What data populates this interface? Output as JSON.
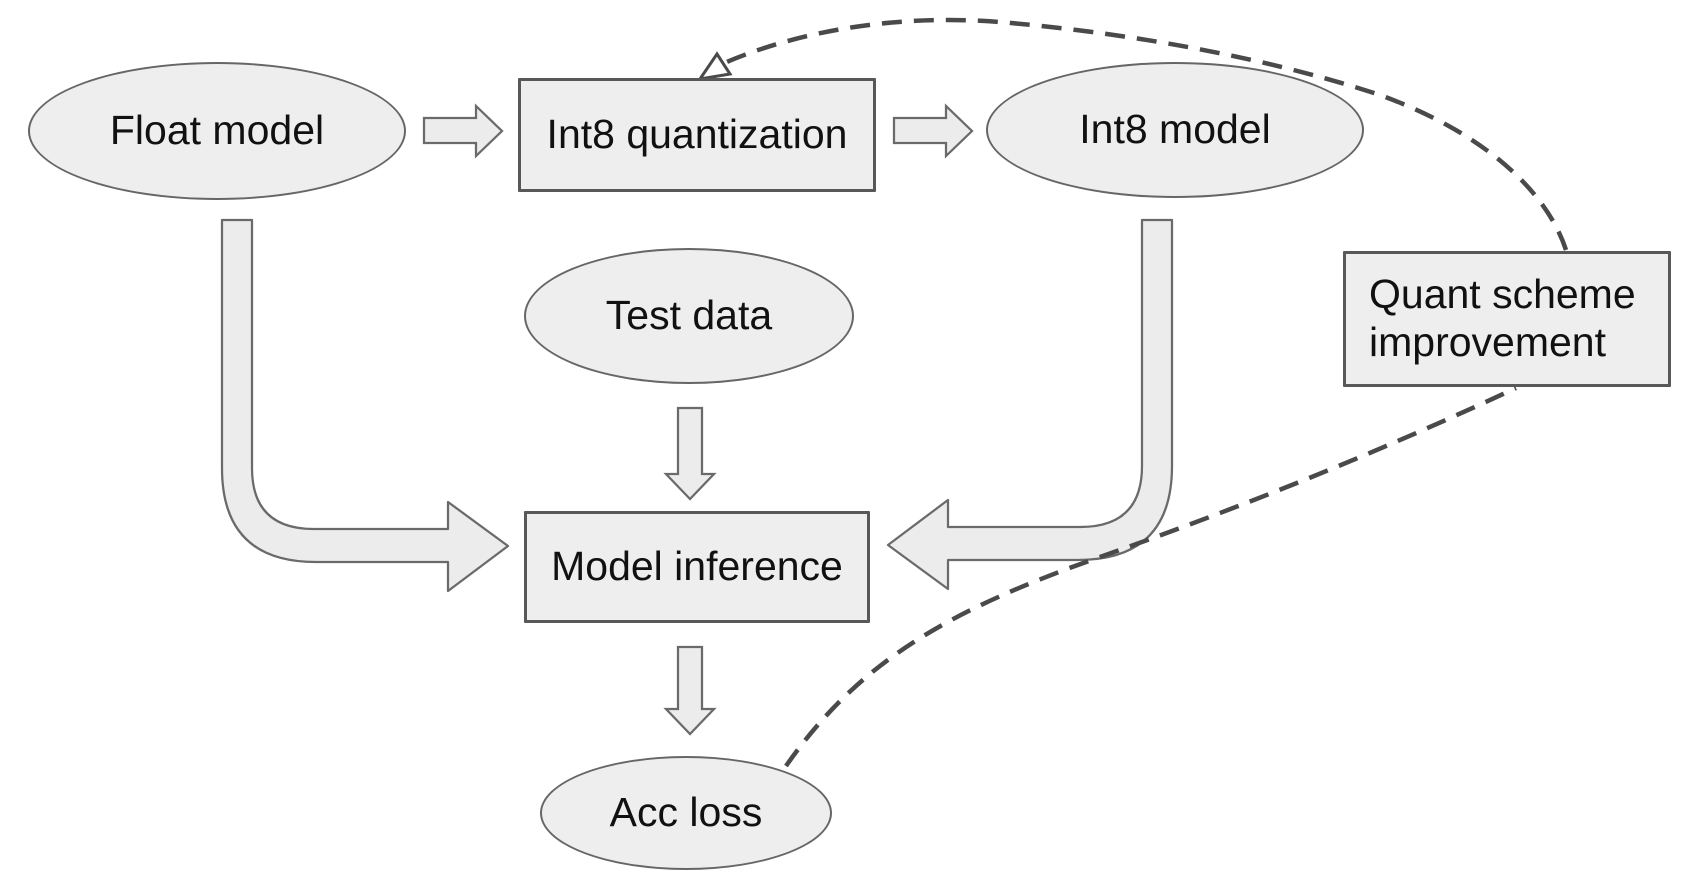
{
  "diagram": {
    "nodes": [
      {
        "id": "float-model",
        "label": "Float model",
        "shape": "ellipse"
      },
      {
        "id": "int8-quantization",
        "label": "Int8 quantization",
        "shape": "rect"
      },
      {
        "id": "int8-model",
        "label": "Int8 model",
        "shape": "ellipse"
      },
      {
        "id": "test-data",
        "label": "Test data",
        "shape": "ellipse"
      },
      {
        "id": "model-inference",
        "label": "Model inference",
        "shape": "rect"
      },
      {
        "id": "acc-loss",
        "label": "Acc loss",
        "shape": "ellipse"
      },
      {
        "id": "quant-scheme-improvement",
        "label": "Quant scheme improvement",
        "shape": "rect"
      }
    ],
    "edges": [
      {
        "from": "float-model",
        "to": "int8-quantization",
        "style": "block-arrow"
      },
      {
        "from": "int8-quantization",
        "to": "int8-model",
        "style": "block-arrow"
      },
      {
        "from": "float-model",
        "to": "model-inference",
        "style": "thick-pipe-arrow"
      },
      {
        "from": "int8-model",
        "to": "model-inference",
        "style": "thick-pipe-arrow"
      },
      {
        "from": "test-data",
        "to": "model-inference",
        "style": "block-arrow"
      },
      {
        "from": "model-inference",
        "to": "acc-loss",
        "style": "block-arrow"
      },
      {
        "from": "acc-loss",
        "to": "quant-scheme-improvement",
        "style": "dashed-curve"
      },
      {
        "from": "quant-scheme-improvement",
        "to": "int8-quantization",
        "style": "dashed-curve-open-arrow"
      }
    ],
    "colors": {
      "background": "#ffffff",
      "node_fill": "#eeeeee",
      "node_border": "#666666",
      "rect_border": "#585858",
      "arrow_fill": "#ececec",
      "arrow_border": "#6a6a6a",
      "dashed_line": "#4a4a4a",
      "text": "#111111"
    }
  }
}
